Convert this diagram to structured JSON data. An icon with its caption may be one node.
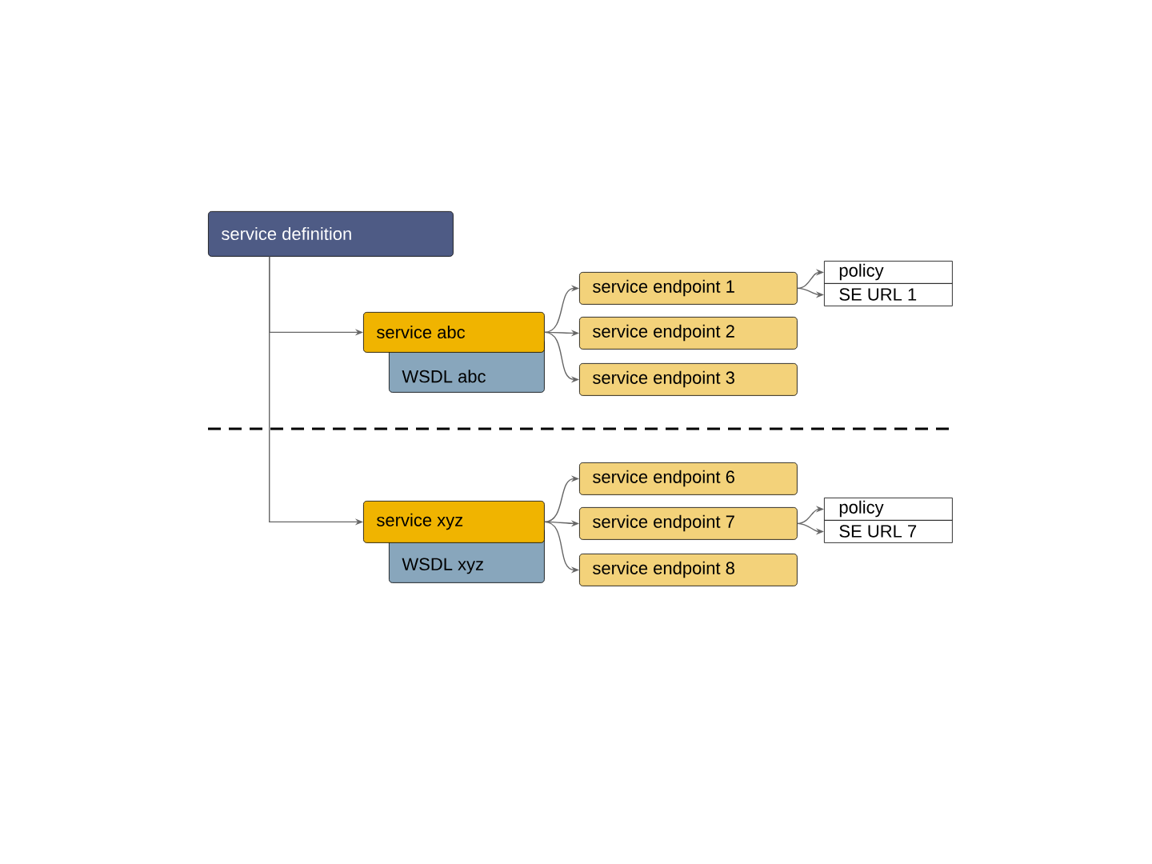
{
  "diagram": {
    "nodes": [
      {
        "text": [
          "service definition"
        ]
      },
      {
        "text": [
          "service abc"
        ]
      },
      {
        "text": [
          "WSDL abc"
        ]
      },
      {
        "text": [
          "service endpoint 1"
        ]
      },
      {
        "text": [
          "service endpoint 2"
        ]
      },
      {
        "text": [
          "service endpoint 3"
        ]
      },
      {
        "text": [
          "policy"
        ]
      },
      {
        "text": [
          "SE URL 1"
        ]
      },
      {
        "text": [
          "service xyz"
        ]
      },
      {
        "text": [
          "WSDL xyz"
        ]
      },
      {
        "text": [
          "service endpoint 6"
        ]
      },
      {
        "text": [
          "service endpoint 7"
        ]
      },
      {
        "text": [
          "service endpoint 8"
        ]
      },
      {
        "text": [
          "policy"
        ]
      },
      {
        "text": [
          "SE URL 7"
        ]
      }
    ],
    "edges": [
      {
        "from": 0,
        "to": 1,
        "arrow": "to"
      },
      {
        "from": 0,
        "to": 8,
        "arrow": "to"
      },
      {
        "from": 1,
        "to": 3,
        "arrow": "to"
      },
      {
        "from": 1,
        "to": 4,
        "arrow": "to"
      },
      {
        "from": 1,
        "to": 5,
        "arrow": "to"
      },
      {
        "from": 3,
        "to": 6,
        "arrow": "to"
      },
      {
        "from": 3,
        "to": 7,
        "arrow": "to"
      },
      {
        "from": 8,
        "to": 10,
        "arrow": "to"
      },
      {
        "from": 8,
        "to": 11,
        "arrow": "to"
      },
      {
        "from": 8,
        "to": 12,
        "arrow": "to"
      },
      {
        "from": 11,
        "to": 13,
        "arrow": "to"
      },
      {
        "from": 11,
        "to": 14,
        "arrow": "to"
      }
    ]
  }
}
